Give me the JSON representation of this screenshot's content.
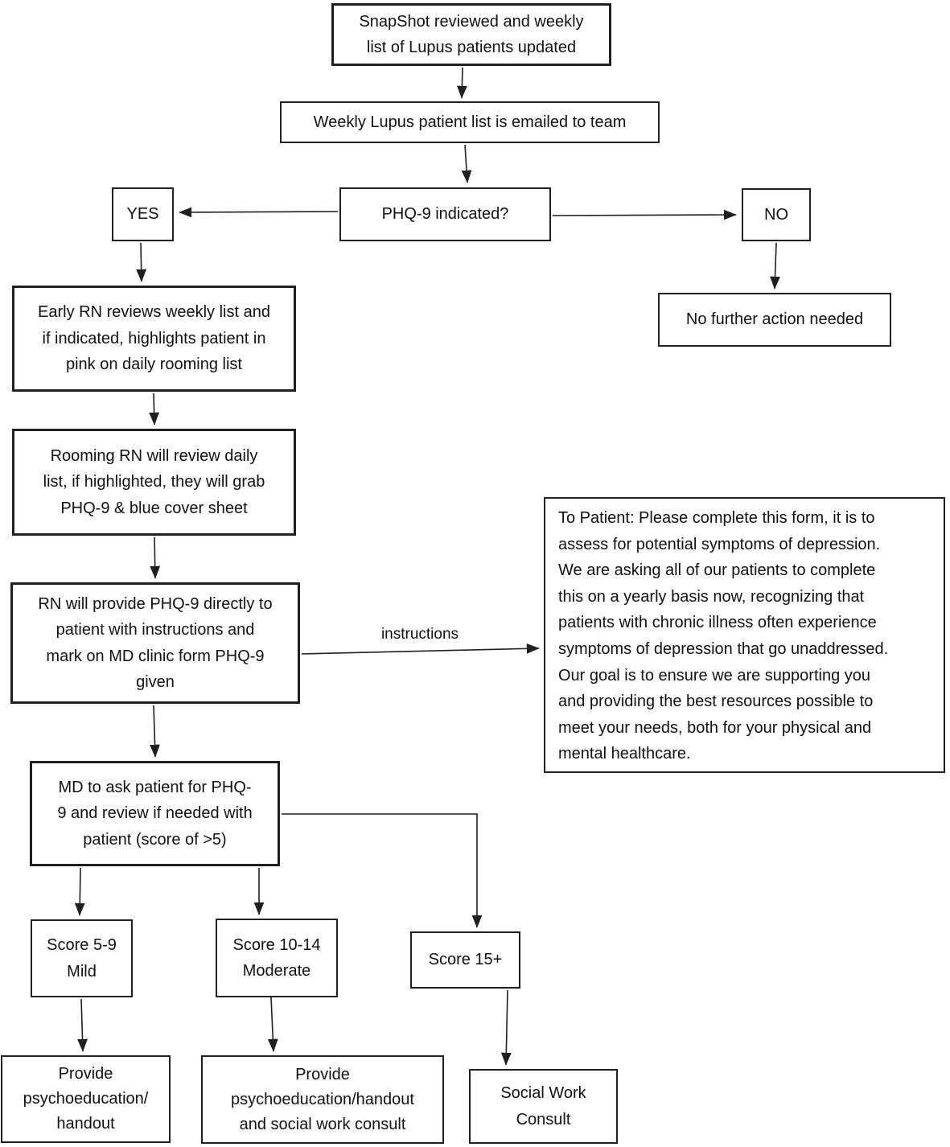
{
  "diagram_title": "PHQ-9 screening workflow for Lupus patients",
  "colors": {
    "background": "#ffffff",
    "box_border": "#1f1f1f",
    "text": "#111111"
  },
  "nodes": {
    "snapshot": {
      "text": "SnapShot reviewed and weekly\nlist of Lupus patients updated"
    },
    "weekly_list": {
      "text": "Weekly Lupus patient list is emailed to team"
    },
    "phq9_indicated": {
      "text": "PHQ-9 indicated?"
    },
    "yes": {
      "text": "YES"
    },
    "no": {
      "text": "NO"
    },
    "no_action": {
      "text": "No further action needed"
    },
    "early_rn": {
      "text": "Early RN reviews weekly list and\nif indicated, highlights patient in\npink on daily rooming list"
    },
    "rooming_rn": {
      "text": "Rooming RN will review daily\nlist, if highlighted, they will grab\nPHQ-9 & blue cover sheet"
    },
    "rn_provide": {
      "text": "RN will provide PHQ-9 directly to\npatient with instructions and\nmark on MD clinic form PHQ-9\ngiven"
    },
    "to_patient": {
      "text": "To Patient: Please complete this form, it is to\nassess for potential symptoms of depression.\nWe are asking all of our patients to complete\nthis on a yearly basis now, recognizing that\npatients with chronic illness often experience\nsymptoms of depression that go unaddressed.\nOur goal is to ensure we are supporting you\nand providing the best resources possible to\nmeet your needs, both for your physical and\nmental healthcare."
    },
    "md_review": {
      "text": "MD to ask patient for PHQ-\n9 and review if needed with\npatient (score of >5)"
    },
    "score_mild": {
      "text": "Score 5-9\nMild"
    },
    "score_moderate": {
      "text": "Score 10-14\nModerate"
    },
    "score_high": {
      "text": "Score 15+"
    },
    "provide_psychoed": {
      "text": "Provide\npsychoeducation/\nhandout"
    },
    "provide_psychoed_sw": {
      "text": "Provide\npsychoeducation/handout\nand social work consult"
    },
    "social_work": {
      "text": "Social Work\nConsult"
    }
  },
  "edge_labels": {
    "instructions": "instructions"
  },
  "edges": [
    {
      "from": "snapshot",
      "to": "weekly_list"
    },
    {
      "from": "weekly_list",
      "to": "phq9_indicated"
    },
    {
      "from": "phq9_indicated",
      "to": "yes"
    },
    {
      "from": "phq9_indicated",
      "to": "no"
    },
    {
      "from": "yes",
      "to": "early_rn"
    },
    {
      "from": "no",
      "to": "no_action"
    },
    {
      "from": "early_rn",
      "to": "rooming_rn"
    },
    {
      "from": "rooming_rn",
      "to": "rn_provide"
    },
    {
      "from": "rn_provide",
      "to": "to_patient",
      "label": "instructions"
    },
    {
      "from": "rn_provide",
      "to": "md_review"
    },
    {
      "from": "md_review",
      "to": "score_mild"
    },
    {
      "from": "md_review",
      "to": "score_moderate"
    },
    {
      "from": "md_review",
      "to": "score_high"
    },
    {
      "from": "score_mild",
      "to": "provide_psychoed"
    },
    {
      "from": "score_moderate",
      "to": "provide_psychoed_sw"
    },
    {
      "from": "score_high",
      "to": "social_work"
    }
  ]
}
